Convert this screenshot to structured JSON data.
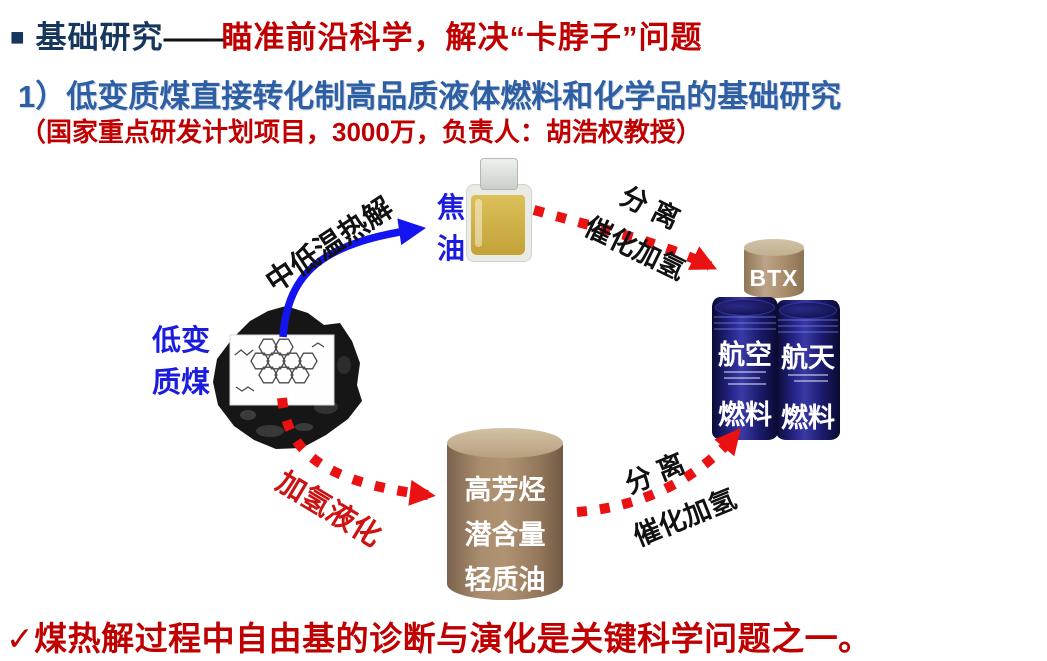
{
  "header": {
    "bullet": "■",
    "title_main": "基础研究",
    "title_dash": "——",
    "title_accent": "瞄准前沿科学，解决“卡脖子”问题",
    "subtitle": "1）低变质煤直接转化制高品质液体燃料和化学品的基础研究",
    "funding_note": "（国家重点研发计划项目，3000万，负责人：胡浩权教授）"
  },
  "diagram": {
    "coal": {
      "line1": "低变",
      "line2": "质煤"
    },
    "pyrolysis_arrow_label": "中低温热解",
    "tar": {
      "line1": "焦",
      "line2": "油"
    },
    "sep_top": {
      "line1": "分  离",
      "line2": "催化加氢"
    },
    "btx_label": "BTX",
    "barrels": {
      "left_line1": "航空",
      "left_line2": "燃料",
      "right_line1": "航天",
      "right_line2": "燃料"
    },
    "liquefaction_arrow_label": "加氢液化",
    "oil_tank": {
      "line1": "高芳烃",
      "line2": "潜含量",
      "line3": "轻质油"
    },
    "sep_bottom": {
      "line1": "分  离",
      "line2": "催化加氢"
    }
  },
  "footer": {
    "key_issue": "✓煤热解过程中自由基的诊断与演化是关键科学问题之一。"
  },
  "colors": {
    "navy": "#17365D",
    "crimson": "#C00000",
    "subtitle_blue": "#2E5FA3",
    "label_blue": "#1C1CDF",
    "arrow_blue": "#1414F0",
    "arrow_red": "#E91111",
    "liquefaction_red": "#CE1212",
    "tank_tan": "#AE9372",
    "barrel_navy": "#1B1B70"
  }
}
